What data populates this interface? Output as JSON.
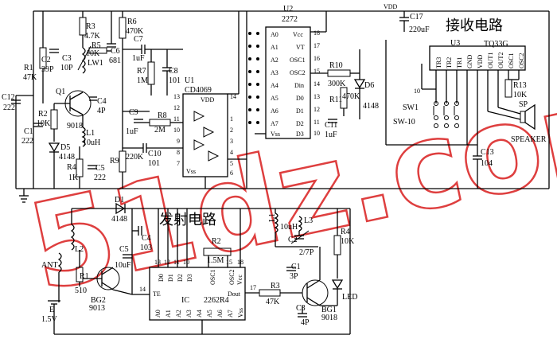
{
  "receiver": {
    "title": "接收电路",
    "vdd": "VDD",
    "c17": "C17",
    "c17_val": "220uF",
    "u2_name": "U2",
    "u2_part": "2272",
    "u2_pins_left": [
      "A0",
      "A1",
      "A2",
      "A3",
      "A4",
      "A5",
      "A6",
      "A7",
      "Vss"
    ],
    "u2_pins_right": [
      "Vcc",
      "VT",
      "OSC1",
      "OSC2",
      "Din",
      "D0",
      "D1",
      "D2",
      "D3"
    ],
    "u2_pinnums_right": [
      "18",
      "17",
      "16",
      "15",
      "14",
      "13",
      "12",
      "11",
      "10"
    ],
    "u1_name": "U1",
    "u1_part": "CD4069",
    "u1_vdd": "VDD",
    "u1_vss": "Vss",
    "u1_pins_left": [
      "13",
      "12",
      "11",
      "10",
      "9",
      "8",
      "7"
    ],
    "u1_pins_right": [
      "14",
      "1",
      "2",
      "3",
      "4",
      "5",
      "6"
    ],
    "r1": "R1",
    "r1_val": "47K",
    "r2": "R2",
    "r2_val": "10K",
    "r3": "R3",
    "r3_val": "4.7K",
    "r4": "R4",
    "r4_val": "1K",
    "r5": "R5",
    "r5_val": "10K",
    "r6": "R6",
    "r6_val": "470K",
    "r7": "R7",
    "r7_val": "1M",
    "r8": "R8",
    "r8_val": "2M",
    "r9": "R9",
    "r9_val": "220K",
    "r10": "R10",
    "r10_val": "300K",
    "r11": "R11",
    "r11_val": "470K",
    "r13": "R13",
    "r13_val": "10K",
    "c1": "C1",
    "c1_val": "222",
    "c2": "C2",
    "c2_val": "39P",
    "c3": "C3",
    "c3_val": "10P",
    "c4": "C4",
    "c4_val": "4P",
    "c5": "C5",
    "c5_val": "222",
    "c6": "C6",
    "c6_val": "681",
    "c7": "C7",
    "c7_val": "1uF",
    "c8": "C8",
    "c8_val": "101",
    "c9": "C9",
    "c9_val": "1uF",
    "c10": "C10",
    "c10_val": "101",
    "c11": "C11",
    "c11_val": "1uF",
    "c12": "C12",
    "c12_val": "222",
    "c13": "C13",
    "c13_val": "104",
    "q1": "Q1",
    "q1_val": "9018",
    "l1": "L1",
    "l1_val": "10uH",
    "lw1": "LW1",
    "d5": "D5",
    "d5_val": "4148",
    "d6": "D6",
    "d6_val": "4148",
    "u3_name": "U3",
    "u3_part": "TQ33G",
    "u3_pins": [
      "TR3",
      "TR2",
      "TR1",
      "GND",
      "VDD",
      "OUT1",
      "OUT2",
      "OSC1",
      "OSC2"
    ],
    "sw1": "SW1",
    "sw10": "SW-10",
    "sp": "SP",
    "speaker": "SPEAKER"
  },
  "transmitter": {
    "title": "发射电路",
    "ic_name": "IC",
    "ic_part": "2262R4",
    "ic_pins_top": [
      "D0",
      "D1",
      "D2",
      "D3",
      "OSC1",
      "OSC2",
      "Vcc"
    ],
    "ic_pinnums_top": [
      "13",
      "12",
      "11",
      "10",
      "15",
      "18"
    ],
    "ic_pins_bottom": [
      "A0",
      "A1",
      "A2",
      "A3",
      "A4",
      "A5",
      "A6",
      "A7",
      "Vss"
    ],
    "ic_te": "TE",
    "ic_dout": "Dout",
    "ic_pin14": "14",
    "ic_pin17": "17",
    "d1": "D1",
    "d1_val": "4148",
    "c4": "C4",
    "c4_val": "103",
    "c5": "C5",
    "c5_val": "10uF",
    "r2": "R2",
    "r2_val": "1.5M",
    "r3": "R3",
    "r3_val": "47K",
    "r4": "R4",
    "r4_val": "10K",
    "l1": "L1",
    "l1_val": "10uH",
    "l2": "L2",
    "l3": "L3",
    "c1": "C1",
    "c1_val": "3P",
    "c2": "C2",
    "c2_val": "2/7P",
    "c3": "C3",
    "c3_val": "4P",
    "r1": "R1",
    "r1_val": "510",
    "bg1": "BG1",
    "bg1_val": "9018",
    "bg2": "BG2",
    "bg2_val": "9013",
    "ant": "ANT",
    "battery": "E",
    "battery_val": "1.5V",
    "led": "LED"
  },
  "watermark": "51dz.com"
}
